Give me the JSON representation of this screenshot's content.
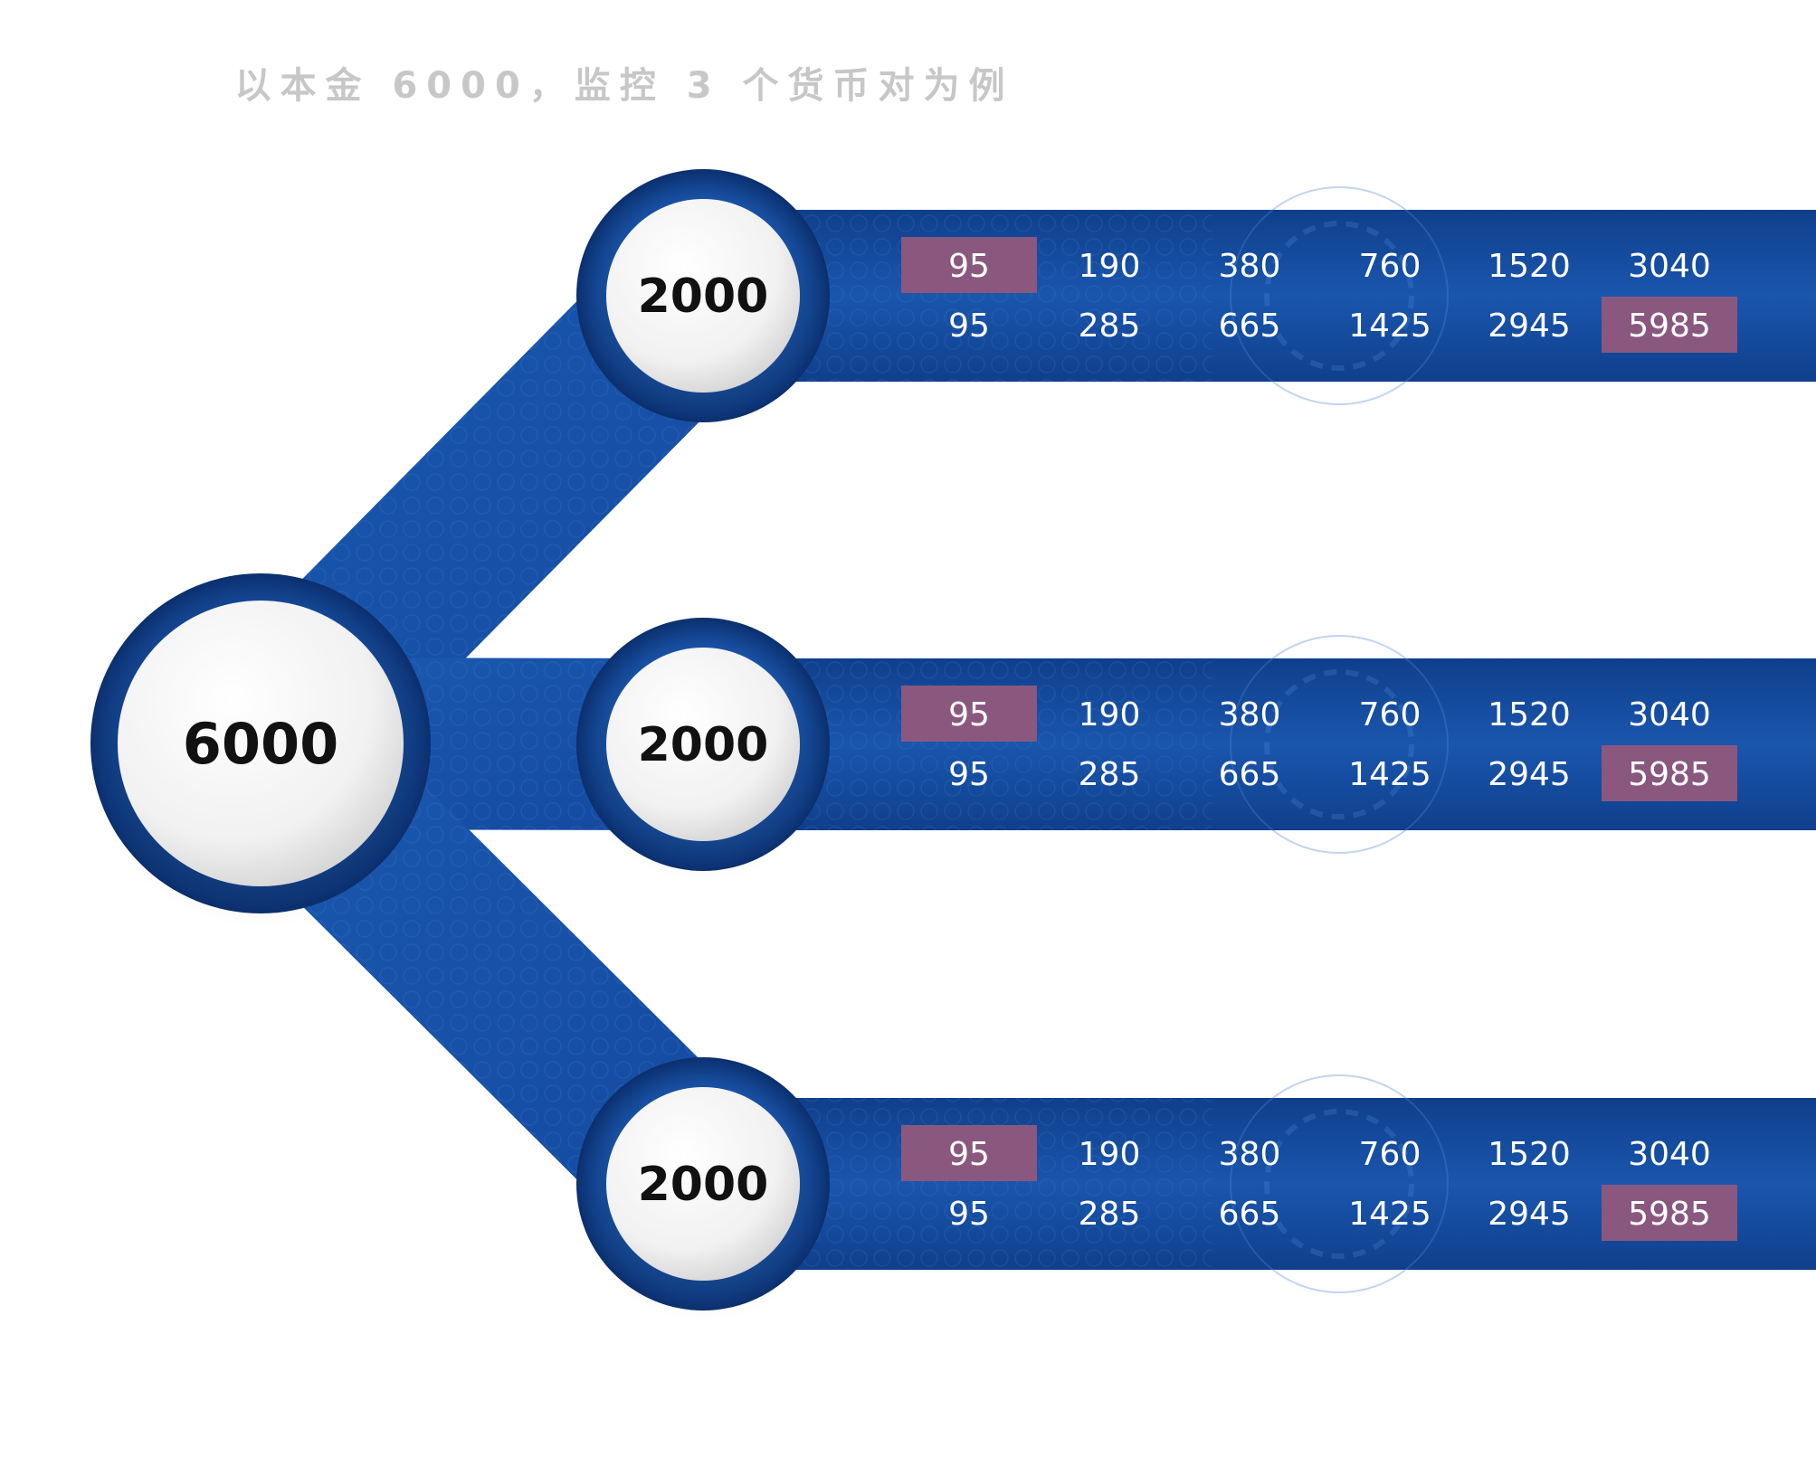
{
  "title": "以本金 6000，监控 3 个货币对为例",
  "colors": {
    "band": "#1a52a8",
    "band_dark": "#0d3274",
    "highlight": "#8a587e",
    "node": "#f4f4f4",
    "title": "#c7c7c7"
  },
  "root": {
    "label": "6000"
  },
  "branches": [
    {
      "label": "2000",
      "row1": [
        "95",
        "190",
        "380",
        "760",
        "1520",
        "3040"
      ],
      "row2": [
        "95",
        "285",
        "665",
        "1425",
        "2945",
        "5985"
      ],
      "highlight_row1_index": 0,
      "highlight_row2_index": 5
    },
    {
      "label": "2000",
      "row1": [
        "95",
        "190",
        "380",
        "760",
        "1520",
        "3040"
      ],
      "row2": [
        "95",
        "285",
        "665",
        "1425",
        "2945",
        "5985"
      ],
      "highlight_row1_index": 0,
      "highlight_row2_index": 5
    },
    {
      "label": "2000",
      "row1": [
        "95",
        "190",
        "380",
        "760",
        "1520",
        "3040"
      ],
      "row2": [
        "95",
        "285",
        "665",
        "1425",
        "2945",
        "5985"
      ],
      "highlight_row1_index": 0,
      "highlight_row2_index": 5
    }
  ]
}
